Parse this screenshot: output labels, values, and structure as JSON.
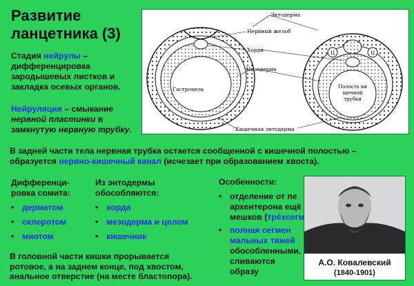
{
  "title": {
    "line1": "Развитие",
    "line2": "ланцетника (3)"
  },
  "intro": {
    "p1_prefix": "Стадия ",
    "p1_term": "нейрулы",
    "p1_rest_a": " –",
    "p1_rest_b": "дифференцировка",
    "p1_rest_c": "зародышевых листков и",
    "p1_rest_d": "закладка осевых органов.",
    "p2_term": "Нейруляция",
    "p2_a": " – смыкание",
    "p2_b": "нервной пластинки",
    "p2_c": " в",
    "p2_d": "замкнутую ",
    "p2_e": "нервную трубку",
    "p2_f": "."
  },
  "diagram": {
    "labels": {
      "ectoderm": "Эктодерма",
      "neural_groove": "Нервный желоб",
      "notochord": "Хорда",
      "mesoderm": "Мезодерма",
      "gastrocoel": "Гастроцель",
      "intestinal_endoderm": "Кишечная энтодерма",
      "cavity_1": "Полость ки",
      "cavity_2": "шечной",
      "cavity_3": "трубки",
      "c_left": "Ц",
      "c_right": "Ц"
    }
  },
  "middle": {
    "line1": "В задней части тела нервная трубка остается сообщенной с кишечной полостью –",
    "line2_a": "образуется ",
    "line2_term": "нервно-кишечный  канал",
    "line2_b": " (исчезает при образованием хвоста)."
  },
  "col1": {
    "heading_a": "Дифференци-",
    "heading_b": "ровка сомита:",
    "items": [
      "дерматом",
      "склеротом",
      "миотом"
    ]
  },
  "col2": {
    "heading_a": "Из энтодермы",
    "heading_b": "обособляются:",
    "items": [
      "хорда",
      "мезодерма  и целом",
      "кишечник"
    ]
  },
  "col3": {
    "heading": "Особенности:",
    "b1_a": "отделение от пе",
    "b1_b": "архентерона ещё",
    "b1_c": "мешков (",
    "b1_d": "трёхсегм",
    "b2_a": "полная сегмен",
    "b2_b": "мальных тяжей",
    "b2_c": "обособленными,",
    "b2_d": "сливаются образу"
  },
  "bottom": {
    "line1": "В головной части кишки прорывается",
    "line2": "ротовое, а на заднем конце, под хвостом,",
    "line3": "анальное отверстие (на месте бластопора)."
  },
  "portrait": {
    "name": "А.О. Ковалевский",
    "years": "(1840-1901)"
  }
}
